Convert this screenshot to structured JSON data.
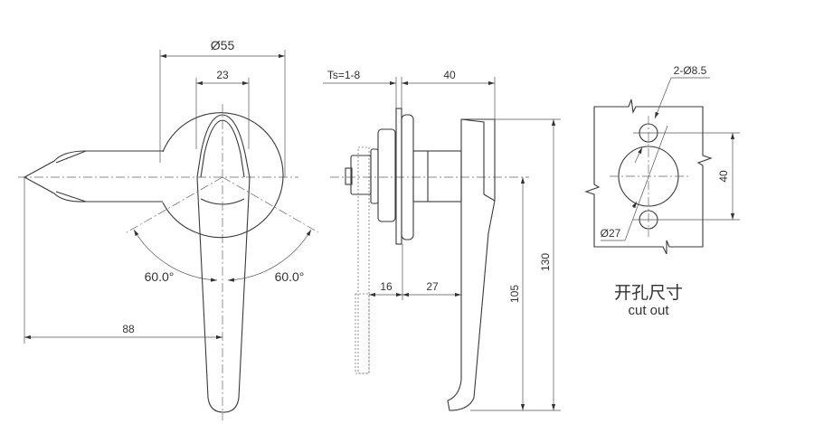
{
  "front_view": {
    "dia_outer": "Ø55",
    "width_handle": "23",
    "angle_left": "60.0°",
    "angle_right": "60.0°",
    "length": "88"
  },
  "side_view": {
    "thickness": "Ts=1-8",
    "depth": "40",
    "dim_16": "16",
    "dim_27": "27",
    "dim_105": "105",
    "dim_130": "130"
  },
  "cutout": {
    "holes": "2-Ø8.5",
    "center_hole": "Ø27",
    "spacing": "40",
    "title_cn": "开孔尺寸",
    "title_en": "cut out"
  }
}
